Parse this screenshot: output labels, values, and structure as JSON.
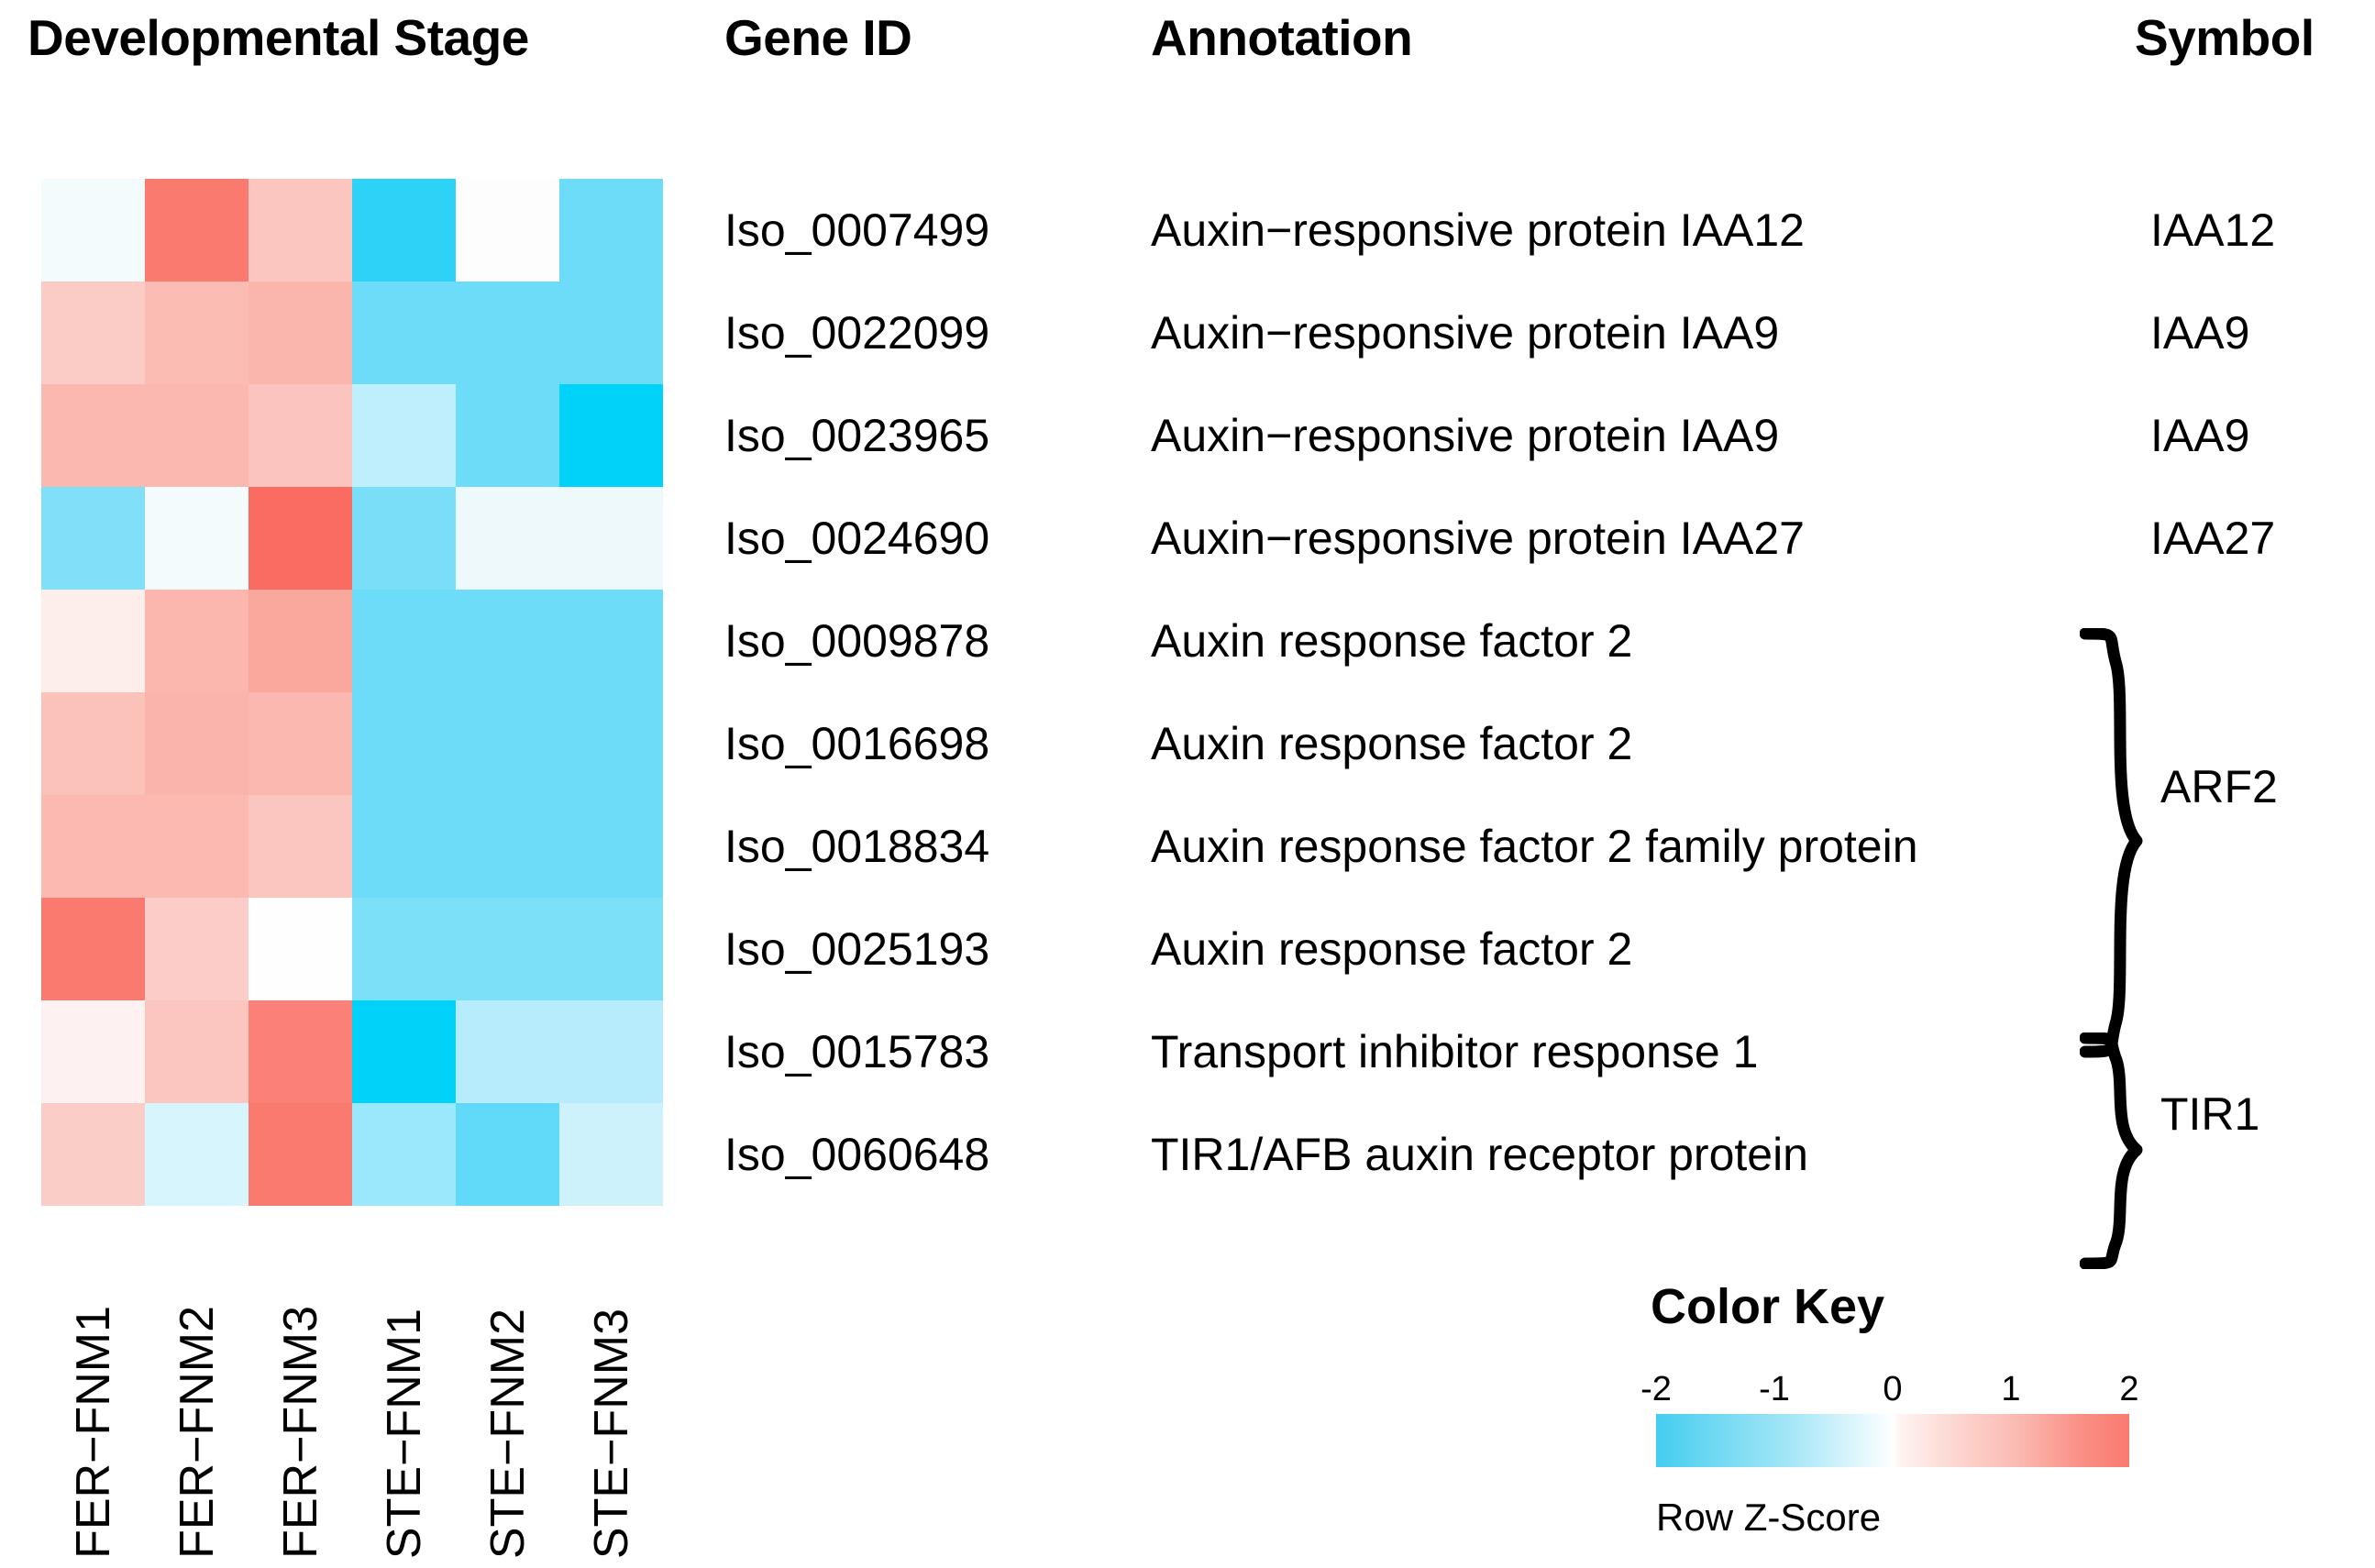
{
  "headers": {
    "stage": "Developmental Stage",
    "gene_id": "Gene ID",
    "annotation": "Annotation",
    "symbol": "Symbol"
  },
  "chart_data": {
    "type": "heatmap",
    "title": "Developmental Stage",
    "xlabel": "",
    "ylabel": "",
    "legend_title": "Color Key",
    "legend_caption": "Row Z-Score",
    "colorbar_ticks": [
      -2,
      -1,
      0,
      1,
      2
    ],
    "zlim": [
      -2,
      2
    ],
    "grid": false,
    "colormap": {
      "low": "#43cdf0",
      "mid": "#ffffff",
      "high": "#fa7a70"
    },
    "columns": [
      "FER−FNM1",
      "FER−FNM2",
      "FER−FNM3",
      "STE−FNM1",
      "STE−FNM2",
      "STE−FNM3"
    ],
    "rows": [
      "Iso_0007499",
      "Iso_0022099",
      "Iso_0023965",
      "Iso_0024690",
      "Iso_0009878",
      "Iso_0016698",
      "Iso_0018834",
      "Iso_0025193",
      "Iso_0015783",
      "Iso_0060648"
    ],
    "values": [
      [
        -0.12,
        1.45,
        0.6,
        -1.85,
        0.02,
        -1.55
      ],
      [
        0.5,
        0.72,
        0.88,
        -1.55,
        -1.55,
        -1.5
      ],
      [
        0.82,
        0.82,
        0.55,
        -0.75,
        -1.55,
        -1.95
      ],
      [
        -1.4,
        -0.1,
        1.8,
        -1.45,
        -0.18,
        -0.16
      ],
      [
        0.1,
        0.78,
        1.05,
        -1.5,
        -1.5,
        -1.5
      ],
      [
        0.62,
        0.8,
        0.82,
        -1.5,
        -1.5,
        -1.5
      ],
      [
        0.78,
        0.78,
        0.58,
        -1.5,
        -1.5,
        -1.5
      ],
      [
        1.55,
        0.45,
        0.02,
        -1.4,
        -1.4,
        -1.4
      ],
      [
        0.08,
        0.55,
        1.4,
        -1.95,
        -0.95,
        -0.95
      ],
      [
        0.48,
        -0.6,
        1.5,
        -1.25,
        -1.48,
        -0.85
      ]
    ],
    "cell_colors": [
      [
        "#f4fbfd",
        "#fa7a70",
        "#fcc6c0",
        "#2cd3f7",
        "#fefdfd",
        "#6ddcf8"
      ],
      [
        "#fbccc6",
        "#fbbcb4",
        "#fab5ad",
        "#6ddcf8",
        "#6ddcf8",
        "#6ddcf8"
      ],
      [
        "#fbb8b0",
        "#fbb8b0",
        "#fbc4be",
        "#bfeffc",
        "#6ddcf8",
        "#00d2fa"
      ],
      [
        "#80e0f9",
        "#f4fbfd",
        "#fa6c62",
        "#7adef9",
        "#eef9fb",
        "#eef9fb"
      ],
      [
        "#fdeeec",
        "#fbb6ae",
        "#faa79e",
        "#6ddcf8",
        "#6ddcf8",
        "#6ddcf8"
      ],
      [
        "#fbc2ba",
        "#fbb4ac",
        "#fbb8b0",
        "#6ddcf8",
        "#6ddcf8",
        "#6ddcf8"
      ],
      [
        "#fbb9b1",
        "#fbb9b1",
        "#fbc6c0",
        "#6ddcf8",
        "#6ddcf8",
        "#6ddcf8"
      ],
      [
        "#fa7a70",
        "#fccdc8",
        "#fefefe",
        "#7ce0f9",
        "#7ce0f9",
        "#7ce0f9"
      ],
      [
        "#fdf2f1",
        "#fbc6c0",
        "#fa8078",
        "#00d2fa",
        "#b6ecfb",
        "#b6ecfb"
      ],
      [
        "#fbcdc7",
        "#d6f5fd",
        "#fa7a70",
        "#9ae8fb",
        "#60daf8",
        "#cdf2fc"
      ]
    ]
  },
  "table": {
    "rows": [
      {
        "gene_id": "Iso_0007499",
        "annotation": "Auxin−responsive protein IAA12",
        "symbol": "IAA12"
      },
      {
        "gene_id": "Iso_0022099",
        "annotation": "Auxin−responsive protein IAA9",
        "symbol": "IAA9"
      },
      {
        "gene_id": "Iso_0023965",
        "annotation": "Auxin−responsive protein IAA9",
        "symbol": "IAA9"
      },
      {
        "gene_id": "Iso_0024690",
        "annotation": "Auxin−responsive protein IAA27",
        "symbol": "IAA27"
      },
      {
        "gene_id": "Iso_0009878",
        "annotation": "Auxin response factor 2",
        "symbol": ""
      },
      {
        "gene_id": "Iso_0016698",
        "annotation": "Auxin response factor 2",
        "symbol": ""
      },
      {
        "gene_id": "Iso_0018834",
        "annotation": "Auxin response factor 2 family protein",
        "symbol": ""
      },
      {
        "gene_id": "Iso_0025193",
        "annotation": "Auxin response factor 2",
        "symbol": ""
      },
      {
        "gene_id": "Iso_0015783",
        "annotation": "Transport inhibitor response 1",
        "symbol": ""
      },
      {
        "gene_id": "Iso_0060648",
        "annotation": "TIR1/AFB auxin receptor protein",
        "symbol": ""
      }
    ]
  },
  "braces": {
    "arf2": "ARF2",
    "tir1": "TIR1"
  },
  "color_key": {
    "title": "Color Key",
    "caption": "Row Z-Score",
    "ticks": [
      "-2",
      "-1",
      "0",
      "1",
      "2"
    ]
  }
}
